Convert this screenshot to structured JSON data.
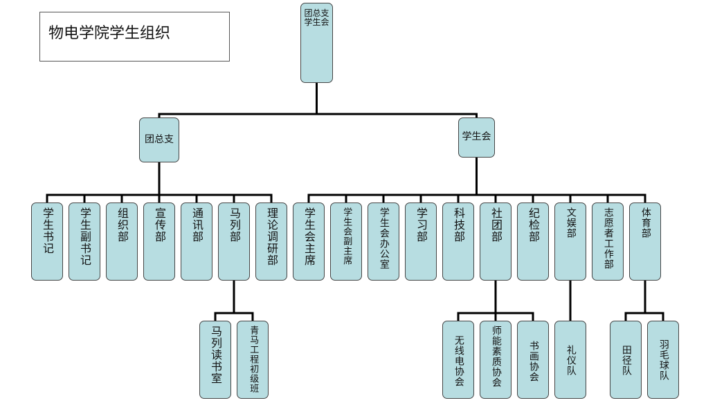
{
  "title": "物电学院学生组织",
  "root": {
    "id": "root",
    "label": "团总支\n学生会"
  },
  "branches": [
    {
      "id": "tzz",
      "label": "团总支",
      "children": [
        {
          "id": "tzz-0",
          "label": "学生书记"
        },
        {
          "id": "tzz-1",
          "label": "学生副书记"
        },
        {
          "id": "tzz-2",
          "label": "组织部"
        },
        {
          "id": "tzz-3",
          "label": "宣传部"
        },
        {
          "id": "tzz-4",
          "label": "通讯部"
        },
        {
          "id": "tzz-5",
          "label": "马列部",
          "children": [
            {
              "id": "tzz-5-0",
              "label": "马列读书室"
            },
            {
              "id": "tzz-5-1",
              "label": "青马工程初级班"
            }
          ]
        },
        {
          "id": "tzz-6",
          "label": "理论调研部"
        }
      ]
    },
    {
      "id": "xsh",
      "label": "学生会",
      "children": [
        {
          "id": "xsh-0",
          "label": "学生会主席"
        },
        {
          "id": "xsh-1",
          "label": "学生会副主席"
        },
        {
          "id": "xsh-2",
          "label": "学生会办公室"
        },
        {
          "id": "xsh-3",
          "label": "学习部"
        },
        {
          "id": "xsh-4",
          "label": "科技部"
        },
        {
          "id": "xsh-5",
          "label": "社团部",
          "children": [
            {
              "id": "xsh-5-0",
              "label": "无线电协会"
            },
            {
              "id": "xsh-5-1",
              "label": "师能素质协会"
            },
            {
              "id": "xsh-5-2",
              "label": "书画协会"
            }
          ]
        },
        {
          "id": "xsh-6",
          "label": "纪检部"
        },
        {
          "id": "xsh-7",
          "label": "文娱部",
          "children": [
            {
              "id": "xsh-7-0",
              "label": "礼仪队"
            }
          ]
        },
        {
          "id": "xsh-8",
          "label": "志愿者工作部"
        },
        {
          "id": "xsh-9",
          "label": "体育部",
          "children": [
            {
              "id": "xsh-9-0",
              "label": "田径队"
            },
            {
              "id": "xsh-9-1",
              "label": "羽毛球队"
            }
          ]
        }
      ]
    }
  ]
}
